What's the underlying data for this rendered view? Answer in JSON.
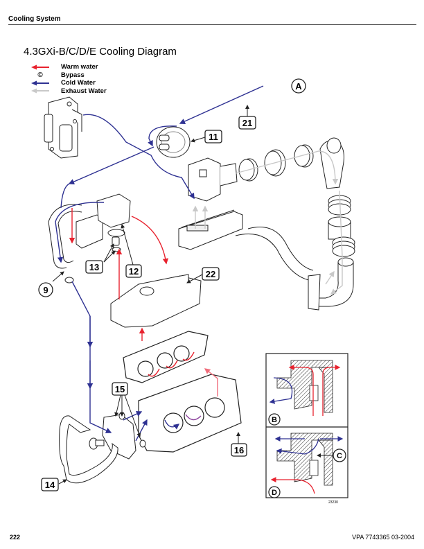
{
  "header": {
    "section": "Cooling System"
  },
  "title": "4.3GXi-B/C/D/E Cooling Diagram",
  "legend": [
    {
      "label": "Warm water",
      "symbol": "arrow-left",
      "color": "#e8222e"
    },
    {
      "label": "Bypass",
      "symbol": "copyright-c",
      "glyph": "©",
      "color": "#000000"
    },
    {
      "label": "Cold Water",
      "symbol": "arrow-left",
      "color": "#2e3192"
    },
    {
      "label": "Exhaust Water",
      "symbol": "arrow-left",
      "color": "#c8c8c8"
    }
  ],
  "callouts": {
    "n9": "9",
    "n11": "11",
    "n12": "12",
    "n13": "13",
    "n14": "14",
    "n15": "15",
    "n16": "16",
    "n21": "21",
    "n22": "22",
    "A": "A",
    "B": "B",
    "C": "C",
    "D": "D"
  },
  "figure_number": "23230",
  "footer": {
    "page": "222",
    "doc": "VPA 7743365 03-2004"
  },
  "colors": {
    "warm": "#e8222e",
    "cold": "#2e3192",
    "exhaust": "#c8c8c8",
    "line": "#222222",
    "pink": "#f06d7b",
    "purple": "#8a3f9b"
  }
}
